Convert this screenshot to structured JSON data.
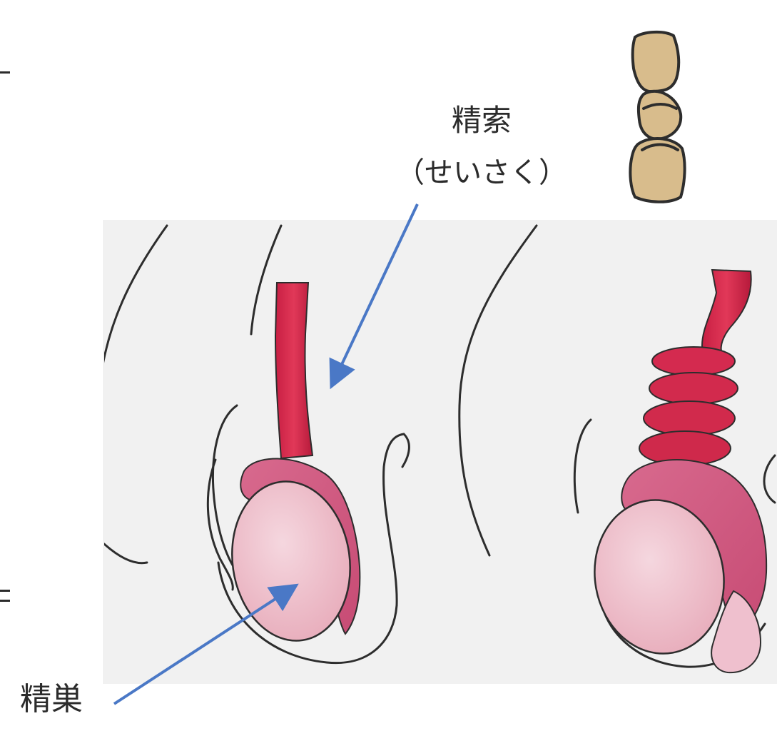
{
  "labels": {
    "spermatic_cord": "精索",
    "spermatic_cord_reading": "（せいさく）",
    "testis": "精巣"
  },
  "colors": {
    "cord": "#d9294d",
    "epididymis": "#d65a86",
    "testis": "#f0c8d4",
    "rope": "#d8bc8c",
    "outline": "#2d2d2d",
    "arrow": "#4a78c6",
    "panel_bg": "#f1f1f1"
  }
}
